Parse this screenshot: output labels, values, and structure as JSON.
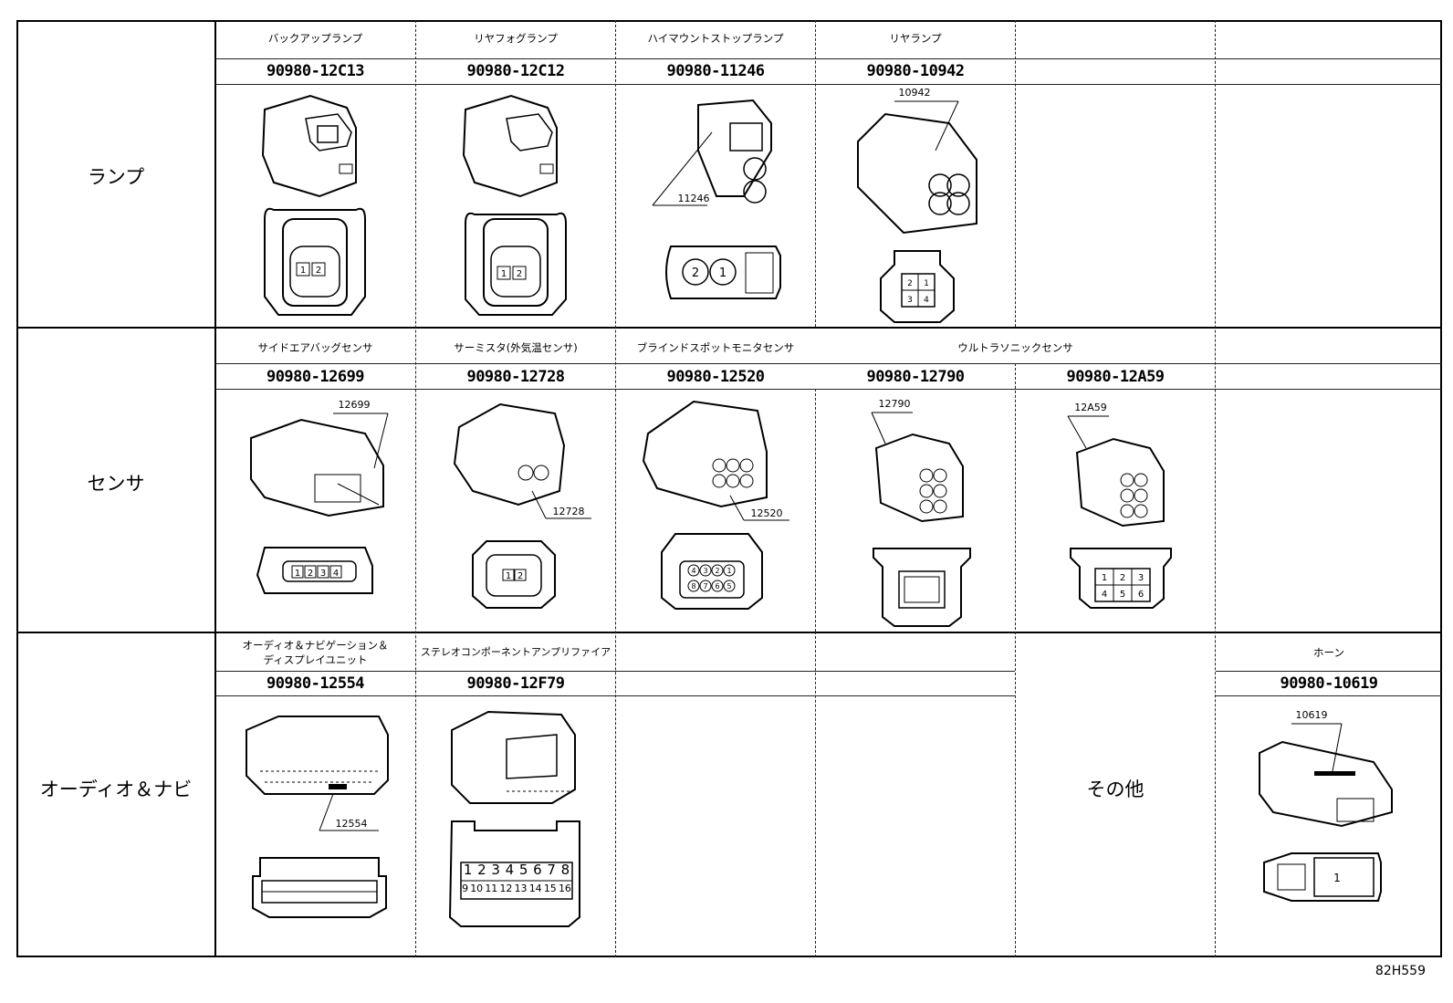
{
  "categories": {
    "lamp": "ランプ",
    "sensor": "センサ",
    "audio": "オーディオ＆ナビ",
    "other": "その他"
  },
  "lamp": [
    {
      "name": "バックアップランプ",
      "part": "90980-12C13",
      "pins": [
        "1",
        "2"
      ]
    },
    {
      "name": "リヤフォグランプ",
      "part": "90980-12C12",
      "pins": [
        "1",
        "2"
      ]
    },
    {
      "name": "ハイマウントストップランプ",
      "part": "90980-11246",
      "callout": "11246",
      "pins": [
        "2",
        "1"
      ]
    },
    {
      "name": "リヤランプ",
      "part": "90980-10942",
      "callout": "10942",
      "pins": [
        "1",
        "2",
        "3",
        "4"
      ]
    }
  ],
  "sensor": [
    {
      "name": "サイドエアバッグセンサ",
      "part": "90980-12699",
      "callout": "12699",
      "pins": [
        "1",
        "2",
        "3",
        "4"
      ]
    },
    {
      "name": "サーミスタ(外気温センサ)",
      "part": "90980-12728",
      "callout": "12728",
      "pins": [
        "1",
        "2"
      ]
    },
    {
      "name": "ブラインドスポットモニタセンサ",
      "part": "90980-12520",
      "callout": "12520",
      "pins": [
        "4",
        "3",
        "2",
        "1",
        "8",
        "7",
        "6",
        "5"
      ]
    },
    {
      "name": "ウルトラソニックセンサ",
      "parts": [
        "90980-12790",
        "90980-12A59"
      ],
      "callouts": [
        "12790",
        "12A59"
      ],
      "pins": [
        "1",
        "2",
        "3",
        "4",
        "5",
        "6"
      ]
    }
  ],
  "audio": [
    {
      "name_line1": "オーディオ＆ナビゲーション＆",
      "name_line2": "ディスプレイユニット",
      "part": "90980-12554",
      "callout": "12554"
    },
    {
      "name": "ステレオコンポーネントアンプリファイア",
      "part": "90980-12F79",
      "pins_top": [
        "1",
        "2",
        "3",
        "4",
        "5",
        "6",
        "7",
        "8"
      ],
      "pins_bottom": [
        "9",
        "10",
        "11",
        "12",
        "13",
        "14",
        "15",
        "16"
      ]
    }
  ],
  "other": [
    {
      "name": "ホーン",
      "part": "90980-10619",
      "callout": "10619",
      "pins": [
        "1"
      ]
    }
  ],
  "figure_code": "82H559"
}
